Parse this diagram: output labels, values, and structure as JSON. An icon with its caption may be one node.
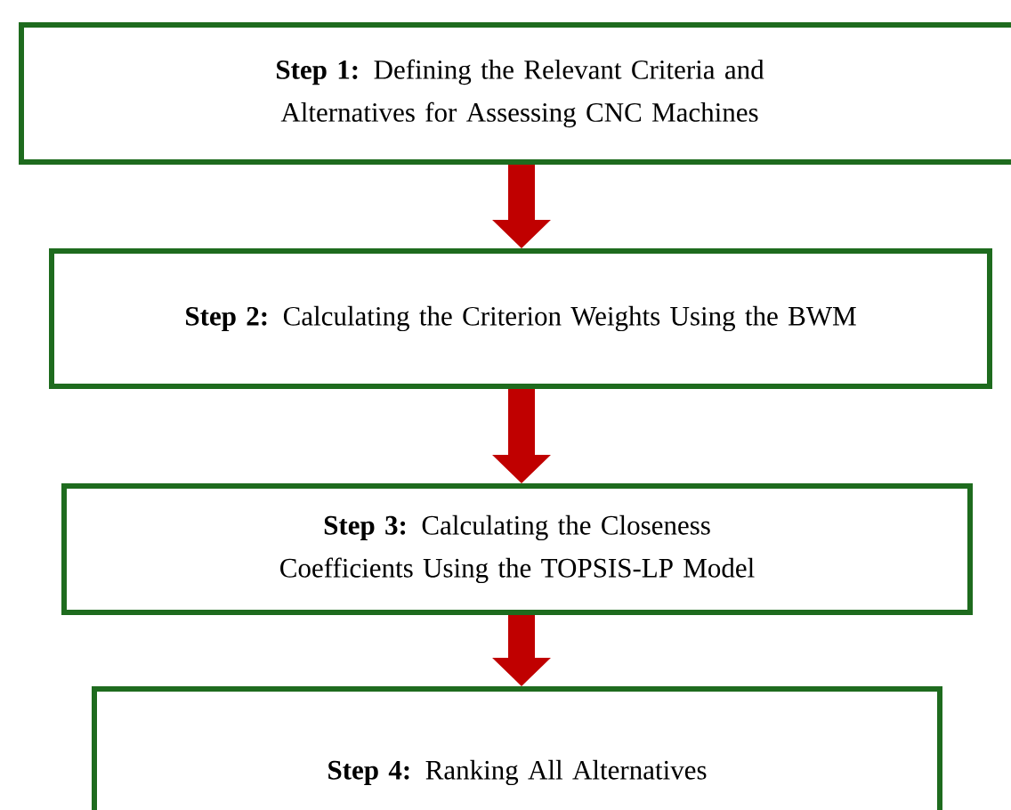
{
  "diagram": {
    "nodes": [
      {
        "text": [
          "**Step 1:** Defining the Relevant Criteria and Alternatives for Assessing CNC Machines"
        ]
      },
      {
        "text": [
          "**Step 2:** Calculating the Criterion Weights Using the BWM"
        ]
      },
      {
        "text": [
          "**Step 3:** Calculating the Closeness Coefficients Using the TOPSIS-LP Model"
        ]
      },
      {
        "text": [
          "**Step 4:** Ranking All Alternatives"
        ]
      }
    ],
    "edges": [
      {
        "from": 0,
        "to": 1,
        "arrow": "to"
      },
      {
        "from": 1,
        "to": 2,
        "arrow": "to"
      },
      {
        "from": 2,
        "to": 3,
        "arrow": "to"
      }
    ]
  }
}
